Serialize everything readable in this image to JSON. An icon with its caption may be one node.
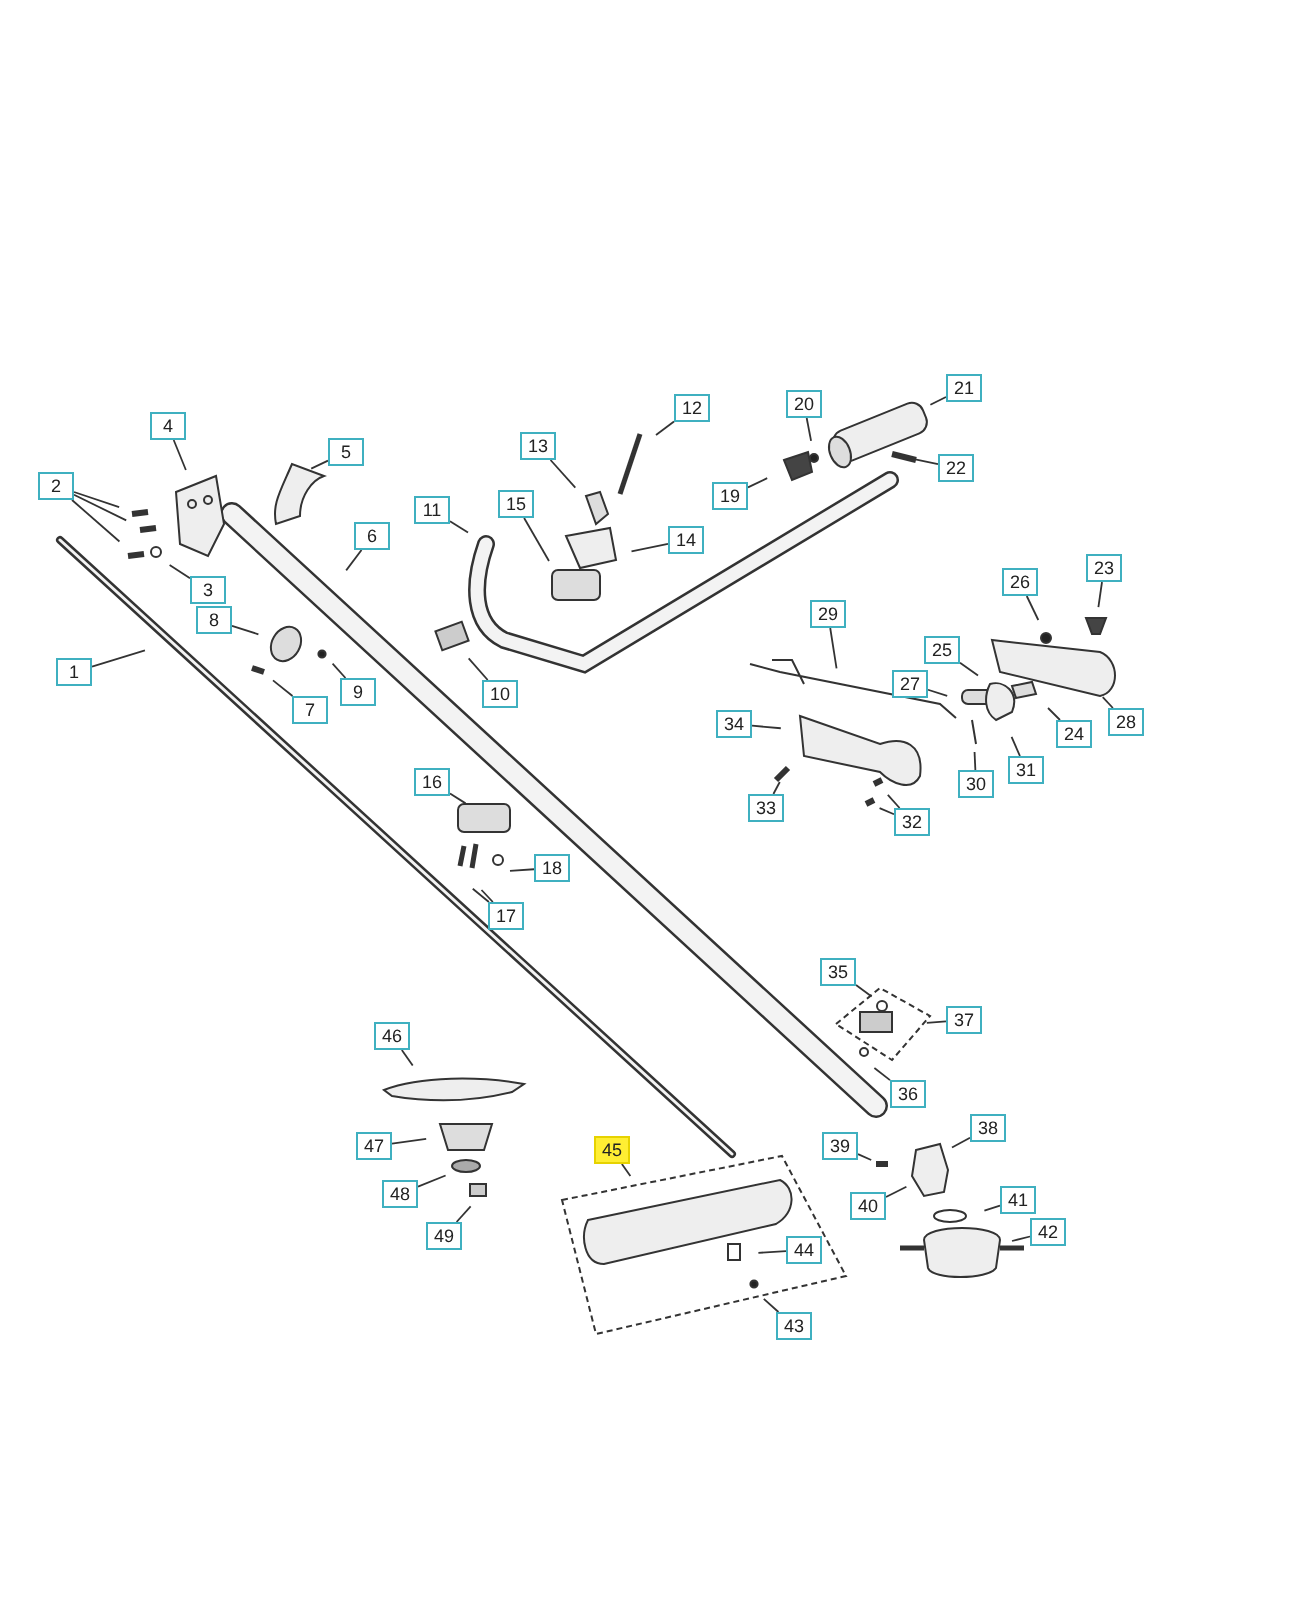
{
  "diagram": {
    "nodes": [
      {
        "text": [
          "1"
        ]
      },
      {
        "text": [
          "2"
        ]
      },
      {
        "text": [
          "3"
        ]
      },
      {
        "text": [
          "4"
        ]
      },
      {
        "text": [
          "5"
        ]
      },
      {
        "text": [
          "6"
        ]
      },
      {
        "text": [
          "7"
        ]
      },
      {
        "text": [
          "8"
        ]
      },
      {
        "text": [
          "9"
        ]
      },
      {
        "text": [
          "10"
        ]
      },
      {
        "text": [
          "11"
        ]
      },
      {
        "text": [
          "12"
        ]
      },
      {
        "text": [
          "13"
        ]
      },
      {
        "text": [
          "14"
        ]
      },
      {
        "text": [
          "15"
        ]
      },
      {
        "text": [
          "16"
        ]
      },
      {
        "text": [
          "17"
        ]
      },
      {
        "text": [
          "18"
        ]
      },
      {
        "text": [
          "19"
        ]
      },
      {
        "text": [
          "20"
        ]
      },
      {
        "text": [
          "21"
        ]
      },
      {
        "text": [
          "22"
        ]
      },
      {
        "text": [
          "23"
        ]
      },
      {
        "text": [
          "24"
        ]
      },
      {
        "text": [
          "25"
        ]
      },
      {
        "text": [
          "26"
        ]
      },
      {
        "text": [
          "27"
        ]
      },
      {
        "text": [
          "28"
        ]
      },
      {
        "text": [
          "29"
        ]
      },
      {
        "text": [
          "30"
        ]
      },
      {
        "text": [
          "31"
        ]
      },
      {
        "text": [
          "32"
        ]
      },
      {
        "text": [
          "33"
        ]
      },
      {
        "text": [
          "34"
        ]
      },
      {
        "text": [
          "35"
        ]
      },
      {
        "text": [
          "36"
        ]
      },
      {
        "text": [
          "37"
        ]
      },
      {
        "text": [
          "38"
        ]
      },
      {
        "text": [
          "39"
        ]
      },
      {
        "text": [
          "40"
        ]
      },
      {
        "text": [
          "41"
        ]
      },
      {
        "text": [
          "42"
        ]
      },
      {
        "text": [
          "43"
        ]
      },
      {
        "text": [
          "44"
        ]
      },
      {
        "text": [
          "45"
        ]
      },
      {
        "text": [
          "46"
        ]
      },
      {
        "text": [
          "47"
        ]
      },
      {
        "text": [
          "48"
        ]
      },
      {
        "text": [
          "49"
        ]
      }
    ],
    "edges": [
      {
        "from": 0,
        "to": null,
        "arrow": "none"
      },
      {
        "from": 1,
        "to": null,
        "arrow": "none"
      },
      {
        "from": 1,
        "to": null,
        "arrow": "none"
      },
      {
        "from": 1,
        "to": null,
        "arrow": "none"
      },
      {
        "from": 2,
        "to": null,
        "arrow": "none"
      },
      {
        "from": 3,
        "to": null,
        "arrow": "none"
      },
      {
        "from": 4,
        "to": null,
        "arrow": "none"
      },
      {
        "from": 5,
        "to": null,
        "arrow": "none"
      },
      {
        "from": 6,
        "to": null,
        "arrow": "none"
      },
      {
        "from": 7,
        "to": null,
        "arrow": "none"
      },
      {
        "from": 8,
        "to": null,
        "arrow": "none"
      },
      {
        "from": 9,
        "to": null,
        "arrow": "none"
      },
      {
        "from": 10,
        "to": null,
        "arrow": "none"
      },
      {
        "from": 11,
        "to": null,
        "arrow": "none"
      },
      {
        "from": 12,
        "to": null,
        "arrow": "none"
      },
      {
        "from": 13,
        "to": null,
        "arrow": "none"
      },
      {
        "from": 14,
        "to": null,
        "arrow": "none"
      },
      {
        "from": 15,
        "to": null,
        "arrow": "none"
      },
      {
        "from": 16,
        "to": null,
        "arrow": "none"
      },
      {
        "from": 16,
        "to": null,
        "arrow": "none"
      },
      {
        "from": 17,
        "to": null,
        "arrow": "none"
      },
      {
        "from": 18,
        "to": null,
        "arrow": "none"
      },
      {
        "from": 19,
        "to": null,
        "arrow": "none"
      },
      {
        "from": 20,
        "to": null,
        "arrow": "none"
      },
      {
        "from": 21,
        "to": null,
        "arrow": "none"
      },
      {
        "from": 22,
        "to": null,
        "arrow": "none"
      },
      {
        "from": 23,
        "to": null,
        "arrow": "none"
      },
      {
        "from": 24,
        "to": null,
        "arrow": "none"
      },
      {
        "from": 25,
        "to": null,
        "arrow": "none"
      },
      {
        "from": 26,
        "to": null,
        "arrow": "none"
      },
      {
        "from": 27,
        "to": null,
        "arrow": "none"
      },
      {
        "from": 28,
        "to": null,
        "arrow": "none"
      },
      {
        "from": 29,
        "to": null,
        "arrow": "none"
      },
      {
        "from": 30,
        "to": null,
        "arrow": "none"
      },
      {
        "from": 31,
        "to": null,
        "arrow": "none"
      },
      {
        "from": 31,
        "to": null,
        "arrow": "none"
      },
      {
        "from": 32,
        "to": null,
        "arrow": "none"
      },
      {
        "from": 33,
        "to": null,
        "arrow": "none"
      },
      {
        "from": 34,
        "to": null,
        "arrow": "none"
      },
      {
        "from": 35,
        "to": null,
        "arrow": "none"
      },
      {
        "from": 36,
        "to": null,
        "arrow": "none"
      },
      {
        "from": 37,
        "to": null,
        "arrow": "none"
      },
      {
        "from": 38,
        "to": null,
        "arrow": "none"
      },
      {
        "from": 39,
        "to": null,
        "arrow": "none"
      },
      {
        "from": 40,
        "to": null,
        "arrow": "none"
      },
      {
        "from": 41,
        "to": null,
        "arrow": "none"
      },
      {
        "from": 42,
        "to": null,
        "arrow": "none"
      },
      {
        "from": 43,
        "to": null,
        "arrow": "none"
      },
      {
        "from": 44,
        "to": null,
        "arrow": "none"
      },
      {
        "from": 45,
        "to": null,
        "arrow": "none"
      },
      {
        "from": 46,
        "to": null,
        "arrow": "none"
      },
      {
        "from": 47,
        "to": null,
        "arrow": "none"
      },
      {
        "from": 48,
        "to": null,
        "arrow": "none"
      }
    ]
  }
}
